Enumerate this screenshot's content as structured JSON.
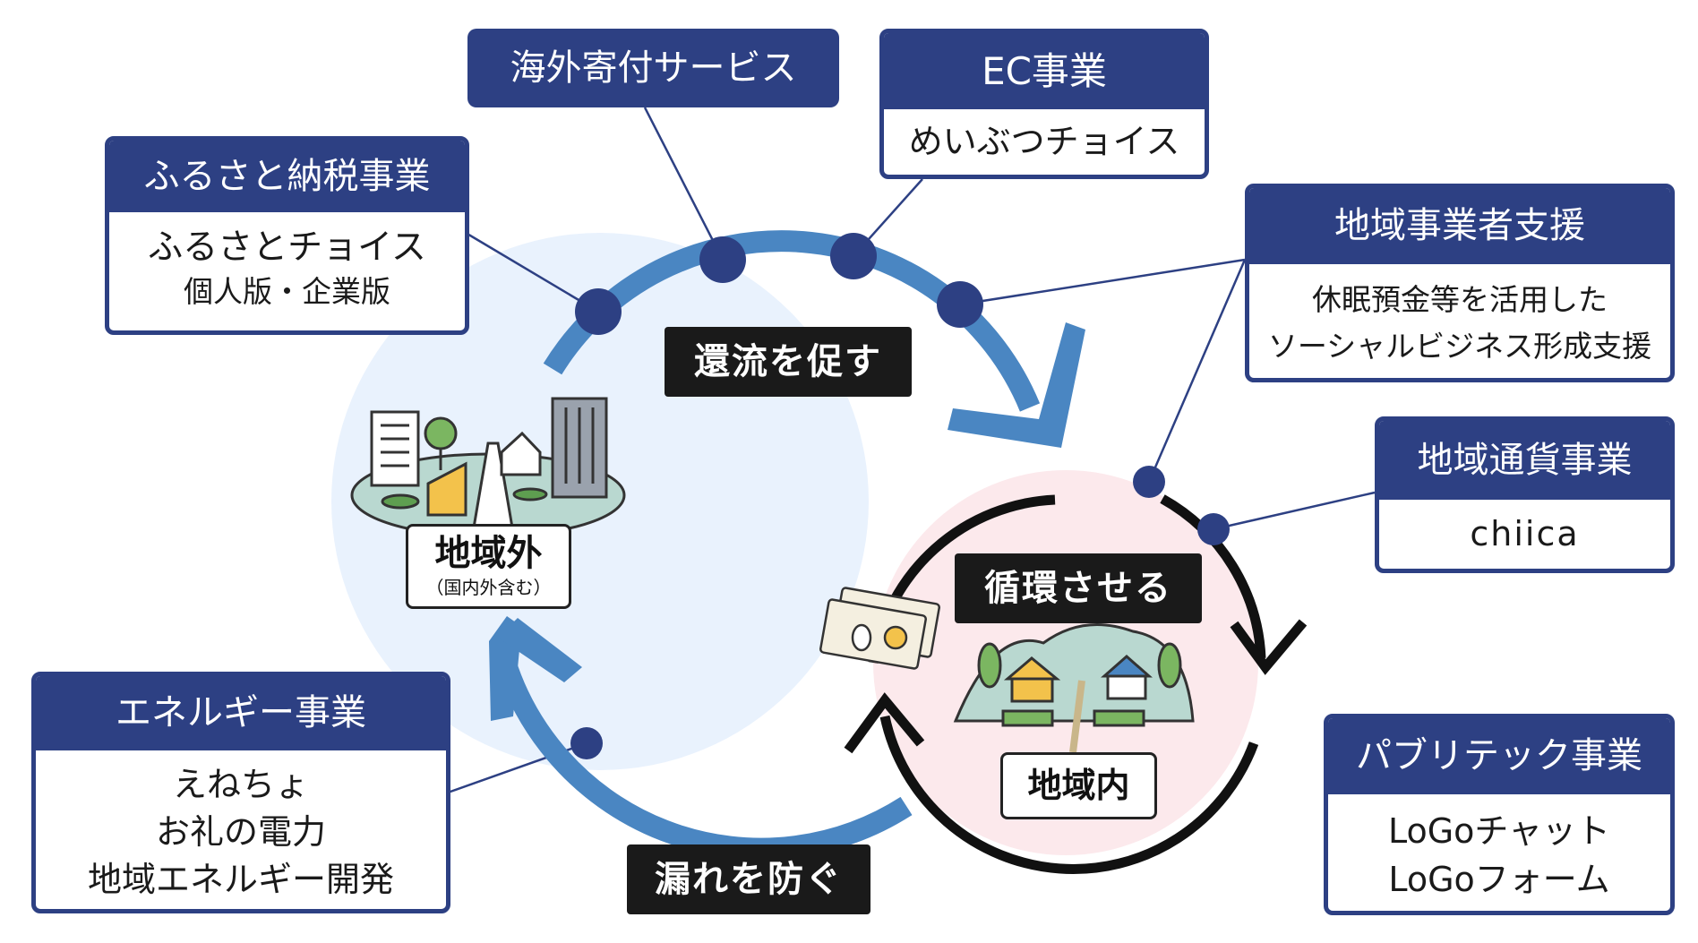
{
  "colors": {
    "navy": "#2d4083",
    "blue": "#4a86c2",
    "circle_fill": "#e9f2fd",
    "pink": "#fce9ec",
    "dark": "#1a1a1a"
  },
  "businesses": [
    {
      "title": "ふるさと納税事業",
      "lines": [
        "ふるさとチョイス",
        "個人版・企業版"
      ]
    },
    {
      "title": "海外寄付サービス",
      "lines": []
    },
    {
      "title": "EC事業",
      "lines": [
        "めいぶつチョイス"
      ]
    },
    {
      "title": "地域事業者支援",
      "lines": [
        "休眠預金等を活用した",
        "ソーシャルビジネス形成支援"
      ]
    },
    {
      "title": "地域通貨事業",
      "lines": [
        "chiica"
      ]
    },
    {
      "title": "パブリテック事業",
      "lines": [
        "LoGoチャット",
        "LoGoフォーム"
      ]
    },
    {
      "title": "エネルギー事業",
      "lines": [
        "えねちょ",
        "お礼の電力",
        "地域エネルギー開発"
      ]
    }
  ],
  "flows": {
    "return": "還流を促す",
    "circulate": "循環させる",
    "prevent_leak": "漏れを防ぐ"
  },
  "areas": {
    "outside": "地域外",
    "outside_note": "（国内外含む）",
    "inside": "地域内"
  },
  "illustrations": {
    "outside": "city-icon",
    "inside": "village-icon",
    "money": "banknote-icon"
  }
}
